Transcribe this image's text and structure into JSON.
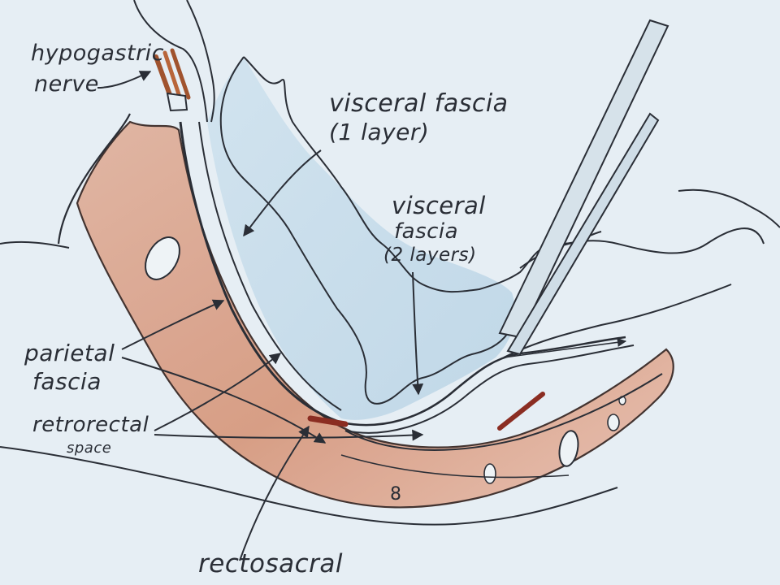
{
  "diagram": {
    "labels": {
      "hypogastric_line1": "hypogastric",
      "hypogastric_line2": "nerve",
      "visceral_1_line1": "visceral fascia",
      "visceral_1_line2": "(1 layer)",
      "visceral_2_line1": "visceral",
      "visceral_2_line2": "fascia",
      "visceral_2_line3": "(2 layers)",
      "parietal_line1": "parietal",
      "parietal_line2": "fascia",
      "retrorectal_line1": "retrorectal",
      "retrorectal_line2": "space",
      "rectosacral": "rectosacral"
    },
    "colors": {
      "background": "#e6eef4",
      "sacrum_fill": "#d9a48c",
      "rectum_fill": "#c6dbe8",
      "ink": "#2a2e36",
      "nerve": "#a0532e",
      "ligament": "#8b2d22"
    }
  }
}
